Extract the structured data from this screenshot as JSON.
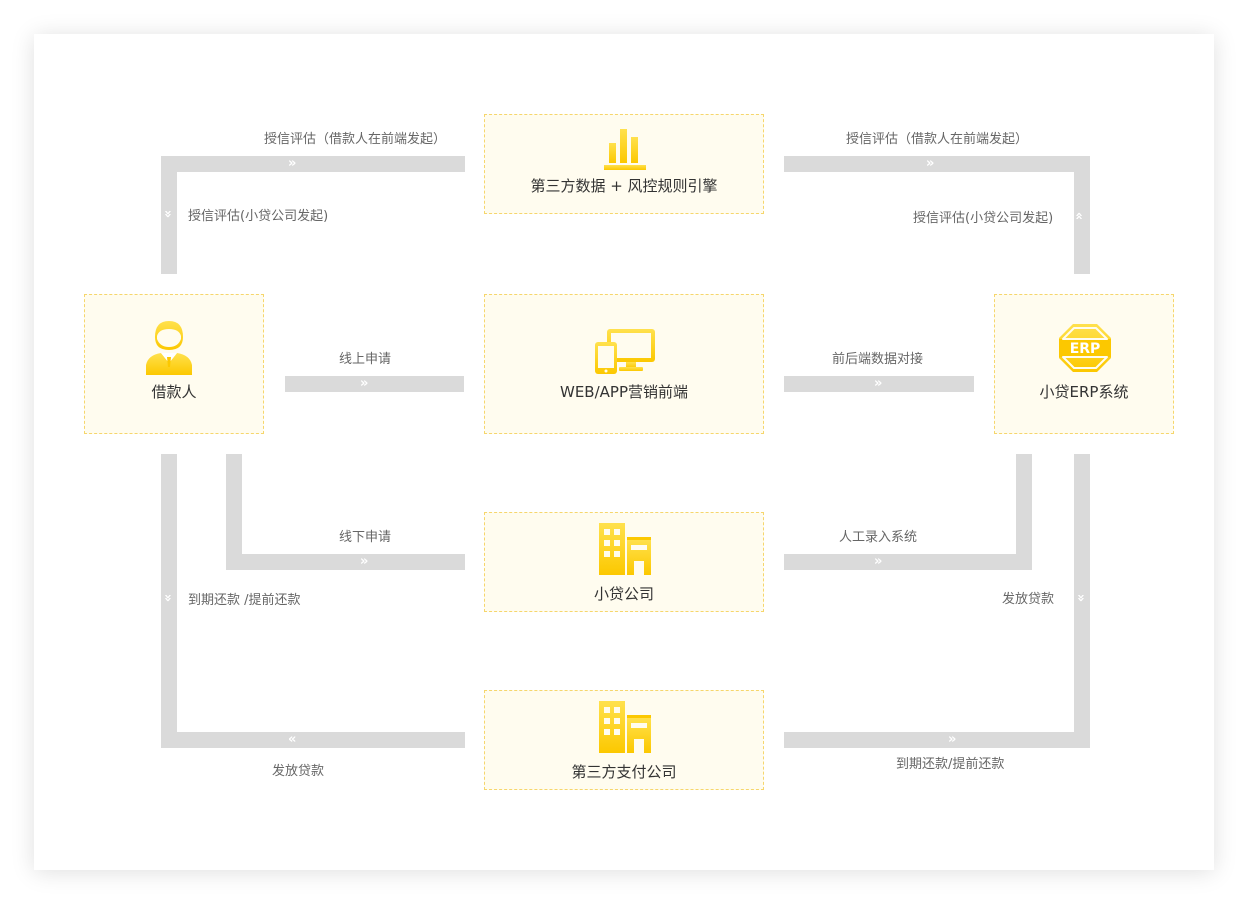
{
  "nodes": {
    "data_engine": "第三方数据 + 风控规则引擎",
    "borrower": "借款人",
    "web_app": "WEB/APP营销前端",
    "erp": "小贷ERP系统",
    "company": "小贷公司",
    "payment": "第三方支付公司"
  },
  "icons": {
    "erp_badge": "ERP",
    "data_engine": "bar-chart-icon",
    "borrower": "person-icon",
    "web_app": "devices-icon",
    "erp": "erp-badge-icon",
    "company": "building-icon",
    "payment": "building-icon"
  },
  "flows": {
    "credit_front_left": "授信评估（借款人在前端发起）",
    "credit_front_right": "授信评估（借款人在前端发起）",
    "credit_company_left": "授信评估(小贷公司发起)",
    "credit_company_right": "授信评估(小贷公司发起)",
    "online_apply": "线上申请",
    "data_sync": "前后端数据对接",
    "offline_apply": "线下申请",
    "manual_entry": "人工录入系统",
    "repay_left": "到期还款 /提前还款",
    "disburse_right": "发放贷款",
    "disburse_bottom": "发放贷款",
    "repay_bottom": "到期还款/提前还款"
  },
  "colors": {
    "accent": "#fcc800",
    "accent_light": "#ffe14d",
    "node_border": "#f6d66c",
    "node_fill": "#fffcef",
    "connector": "#dadada",
    "label": "#666666"
  }
}
